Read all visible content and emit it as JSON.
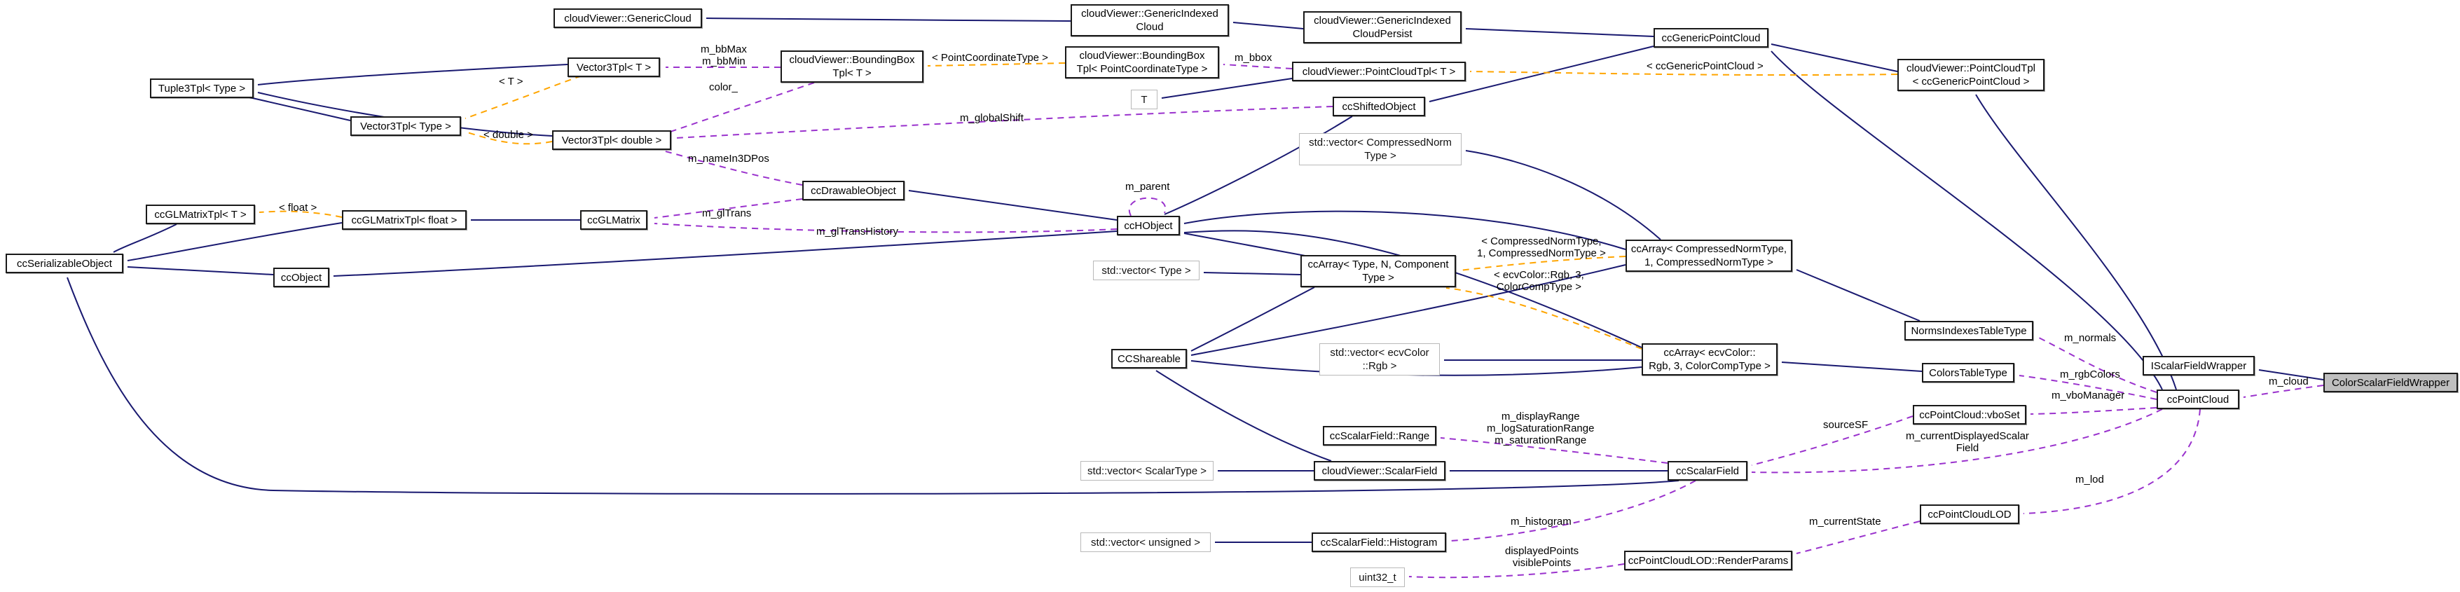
{
  "diagram": {
    "kind": "doxygen-collaboration-graph",
    "focus_class": "ColorScalarFieldWrapper",
    "colors": {
      "inheritance_edge": "#191970",
      "usage_edge": "#9a32cd",
      "template_edge": "#ffa500",
      "node_border": "#1a1a1a",
      "template_node_border": "#b9b9b9",
      "node_fill": "#ffffff",
      "highlight_fill": "#bfbfbf",
      "background": "#ffffff"
    },
    "nodes": [
      {
        "id": "generic-cloud",
        "label": "cloudViewer::GenericCloud"
      },
      {
        "id": "generic-indexed-cloud",
        "label": "cloudViewer::GenericIndexed\nCloud"
      },
      {
        "id": "generic-indexed-cloud-persist",
        "label": "cloudViewer::GenericIndexed\nCloudPersist"
      },
      {
        "id": "cc-generic-point-cloud",
        "label": "ccGenericPointCloud"
      },
      {
        "id": "vector3tpl-t",
        "label": "Vector3Tpl< T >"
      },
      {
        "id": "bounding-box-tpl-t",
        "label": "cloudViewer::BoundingBox\nTpl< T >"
      },
      {
        "id": "bounding-box-tpl-pct",
        "label": "cloudViewer::BoundingBox\nTpl< PointCoordinateType >"
      },
      {
        "id": "point-cloud-tpl-t",
        "label": "cloudViewer::PointCloudTpl< T >"
      },
      {
        "id": "point-cloud-tpl-gpc",
        "label": "cloudViewer::PointCloudTpl\n< ccGenericPointCloud >"
      },
      {
        "id": "tuple3tpl-type",
        "label": "Tuple3Tpl< Type >"
      },
      {
        "id": "t-param",
        "label": "T"
      },
      {
        "id": "cc-shifted-object",
        "label": "ccShiftedObject"
      },
      {
        "id": "vector3tpl-type",
        "label": "Vector3Tpl< Type >"
      },
      {
        "id": "vector3tpl-double",
        "label": "Vector3Tpl< double >"
      },
      {
        "id": "std-vector-compressednorm",
        "label": "std::vector< CompressedNorm\nType >"
      },
      {
        "id": "cc-drawable-object",
        "label": "ccDrawableObject"
      },
      {
        "id": "cc-glmatrix-tpl-t",
        "label": "ccGLMatrixTpl< T >"
      },
      {
        "id": "cc-glmatrix-tpl-float",
        "label": "ccGLMatrixTpl< float >"
      },
      {
        "id": "cc-glmatrix",
        "label": "ccGLMatrix"
      },
      {
        "id": "cc-hobject",
        "label": "ccHObject"
      },
      {
        "id": "cc-array-generic",
        "label": "ccArray< Type, N, Component\nType >"
      },
      {
        "id": "cc-array-compressednorm",
        "label": "ccArray< CompressedNormType,\n1, CompressedNormType >"
      },
      {
        "id": "cc-serializable-object",
        "label": "ccSerializableObject"
      },
      {
        "id": "cc-object",
        "label": "ccObject"
      },
      {
        "id": "std-vector-type",
        "label": "std::vector< Type >"
      },
      {
        "id": "norms-indexes-table-type",
        "label": "NormsIndexesTableType"
      },
      {
        "id": "cc-shareable",
        "label": "CCShareable"
      },
      {
        "id": "std-vector-ecvcolor-rgb",
        "label": "std::vector< ecvColor\n::Rgb >"
      },
      {
        "id": "cc-array-ecvcolor-rgb",
        "label": "ccArray< ecvColor::\nRgb, 3, ColorCompType >"
      },
      {
        "id": "colors-table-type",
        "label": "ColorsTableType"
      },
      {
        "id": "iscalar-field-wrapper",
        "label": "IScalarFieldWrapper"
      },
      {
        "id": "color-scalar-field-wrapper",
        "label": "ColorScalarFieldWrapper"
      },
      {
        "id": "cc-point-cloud",
        "label": "ccPointCloud"
      },
      {
        "id": "cc-point-cloud-vboset",
        "label": "ccPointCloud::vboSet"
      },
      {
        "id": "cc-scalar-field-range",
        "label": "ccScalarField::Range"
      },
      {
        "id": "cc-scalar-field",
        "label": "ccScalarField"
      },
      {
        "id": "std-vector-scalartype",
        "label": "std::vector< ScalarType >"
      },
      {
        "id": "cloudviewer-scalar-field",
        "label": "cloudViewer::ScalarField"
      },
      {
        "id": "cc-point-cloud-lod",
        "label": "ccPointCloudLOD"
      },
      {
        "id": "std-vector-unsigned",
        "label": "std::vector< unsigned >"
      },
      {
        "id": "cc-scalar-field-histogram",
        "label": "ccScalarField::Histogram"
      },
      {
        "id": "cc-point-cloud-lod-render-params",
        "label": "ccPointCloudLOD::RenderParams"
      },
      {
        "id": "uint32-t",
        "label": "uint32_t"
      }
    ],
    "edge_labels": [
      {
        "id": "m-bbmax-bbmin",
        "text": "m_bbMax\nm_bbMin"
      },
      {
        "id": "tmpl-pointcoordinatetype",
        "text": "< PointCoordinateType >"
      },
      {
        "id": "m-bbox",
        "text": "m_bbox"
      },
      {
        "id": "tmpl-ccgenericpointcloud",
        "text": "< ccGenericPointCloud >"
      },
      {
        "id": "tmpl-t",
        "text": "< T >"
      },
      {
        "id": "tmpl-double",
        "text": "< double >"
      },
      {
        "id": "color",
        "text": "color_"
      },
      {
        "id": "m-globalshift",
        "text": "m_globalShift"
      },
      {
        "id": "m-namein3dpos",
        "text": "m_nameIn3DPos"
      },
      {
        "id": "m-parent",
        "text": "m_parent"
      },
      {
        "id": "m-gltrans",
        "text": "m_glTrans"
      },
      {
        "id": "m-gltranshistory",
        "text": "m_glTransHistory"
      },
      {
        "id": "tmpl-float",
        "text": "< float >"
      },
      {
        "id": "tmpl-compressednorm",
        "text": "< CompressedNormType,\n1, CompressedNormType >"
      },
      {
        "id": "tmpl-ecvcolor",
        "text": "< ecvColor::Rgb, 3,\nColorCompType >"
      },
      {
        "id": "m-normals",
        "text": "m_normals"
      },
      {
        "id": "m-rgbcolors",
        "text": "m_rgbColors"
      },
      {
        "id": "m-vbomanager",
        "text": "m_vboManager"
      },
      {
        "id": "m-cloud",
        "text": "m_cloud"
      },
      {
        "id": "m-ranges",
        "text": "m_displayRange\nm_logSaturationRange\nm_saturationRange"
      },
      {
        "id": "sourcesf",
        "text": "sourceSF"
      },
      {
        "id": "m-currentdisplayedscalarfield",
        "text": "m_currentDisplayedScalar\nField"
      },
      {
        "id": "m-lod",
        "text": "m_lod"
      },
      {
        "id": "m-currentstate",
        "text": "m_currentState"
      },
      {
        "id": "m-histogram",
        "text": "m_histogram"
      },
      {
        "id": "displayed-visible-points",
        "text": "displayedPoints\nvisiblePoints"
      }
    ]
  }
}
